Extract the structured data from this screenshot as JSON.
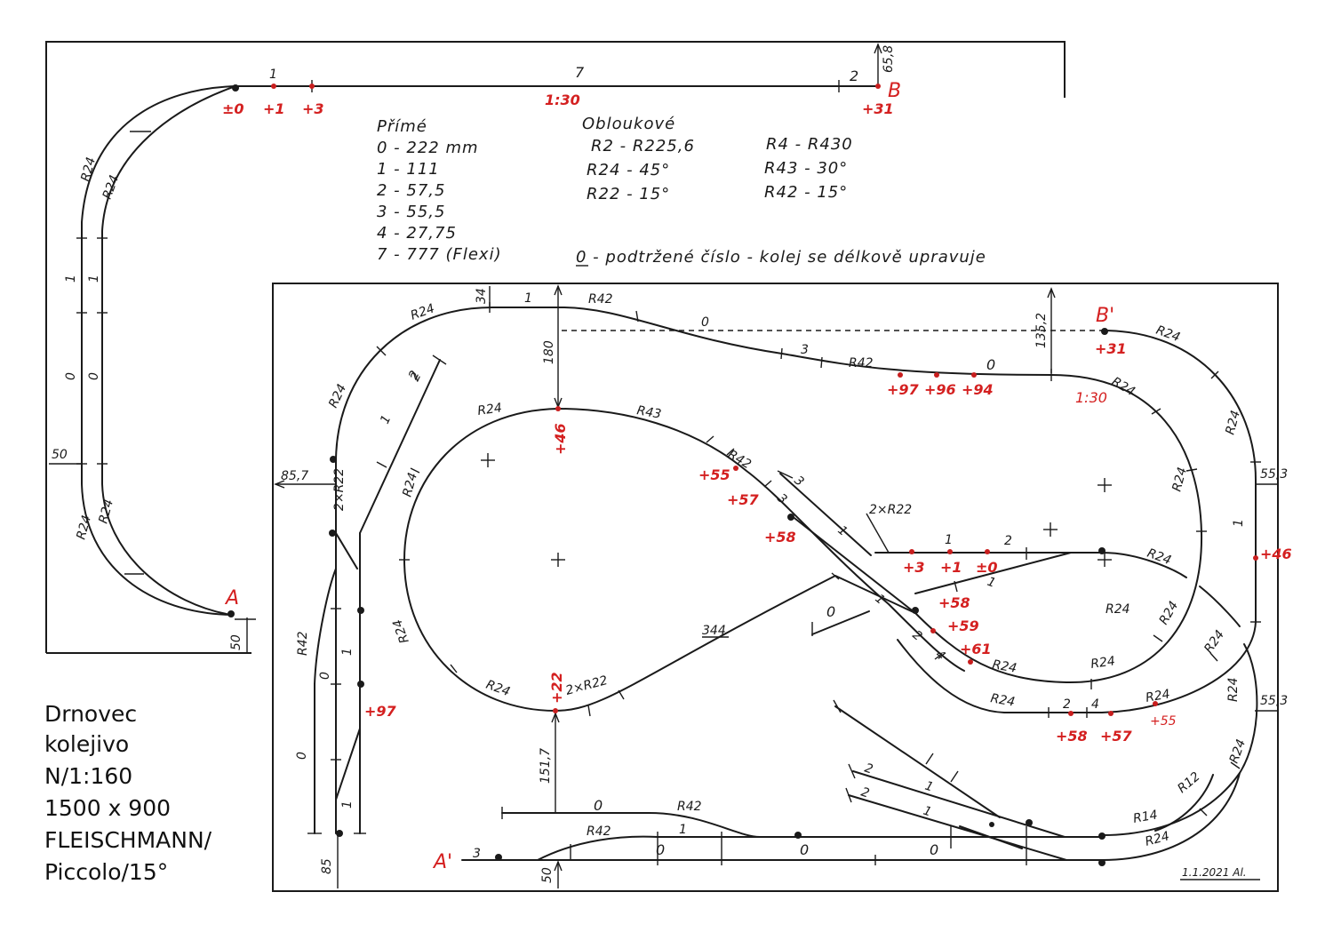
{
  "legend": {
    "straight_title": "Přímé",
    "straight": [
      "0 - 222 mm",
      "1 - 111",
      "2 - 57,5",
      "3 - 55,5",
      "4 - 27,75",
      "7 - 777 (Flexi)"
    ],
    "curved_title": "Obloukové",
    "curved_col1": [
      "R2 - R225,6",
      "R24 - 45°",
      "R22 - 15°"
    ],
    "curved_col2": [
      "R4 - R430",
      "R43 - 30°",
      "R42 - 15°"
    ],
    "note": "0 - podtržené číslo - kolej se délkově upravuje"
  },
  "info": [
    "Drnovec",
    "kolejivo",
    "N/1:160",
    "1500 x 900",
    "FLEISCHMANN/",
    "Piccolo/15°"
  ],
  "points": {
    "A": "A",
    "B": "B",
    "A2": "A'",
    "B2": "B'"
  },
  "top_track": {
    "piece": "7",
    "gradient": "1:30",
    "start": "1",
    "end": "2"
  },
  "dimensions": {
    "d65": "65,8",
    "d50": "50",
    "d50b": "50",
    "d85": "85,7",
    "d34": "34",
    "d180": "180",
    "d135": "135,2",
    "d553a": "55,3",
    "d553b": "55,3",
    "d151": "151,7",
    "d85b": "85",
    "d50c": "50"
  },
  "heights_top": [
    "±0",
    "+1",
    "+3",
    "+31"
  ],
  "heights_board": [
    "+97",
    "+96",
    "+94",
    "+31",
    "+46",
    "+55",
    "+57",
    "+58",
    "+3",
    "+1",
    "±0",
    "+58",
    "+59",
    "+61",
    "+46",
    "+22",
    "+97",
    "+58",
    "+57",
    "+55"
  ],
  "gradient2": "1:30",
  "labels_black": [
    "R24",
    "R24",
    "1",
    "1",
    "0",
    "0",
    "50",
    "R24",
    "R24",
    "R24",
    "R24",
    "1",
    "R42",
    "0",
    "3",
    "R42",
    "0",
    "R24",
    "R43",
    "R42",
    "3",
    "3",
    "1",
    "2×R22",
    "R24",
    "R24",
    "R24",
    "R24",
    "R24",
    "1",
    "R24",
    "R24",
    "R24",
    "R24",
    "R24",
    "2",
    "1",
    "1",
    "2×R22",
    "R24",
    "344",
    "R42",
    "0",
    "1",
    "0",
    "1",
    "2",
    "R24",
    "R24",
    "1",
    "2",
    "4",
    "2",
    "4",
    "0",
    "R42",
    "3",
    "R42",
    "1",
    "0",
    "0",
    "0",
    "0",
    "2",
    "1",
    "2",
    "1",
    "R24",
    "R14",
    "R24",
    "R12",
    "R24",
    "2×R22",
    "1",
    "2",
    "R24",
    "R24",
    "0"
  ],
  "signature": "1.1.2021 Al."
}
